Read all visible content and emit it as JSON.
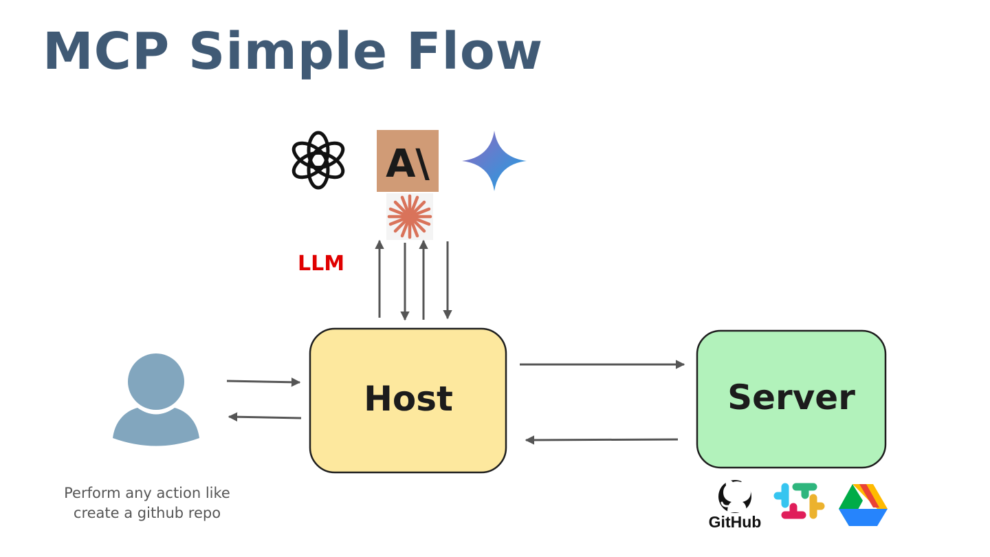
{
  "title": "MCP Simple Flow",
  "llm_label": "LLM",
  "host_label": "Host",
  "server_label": "Server",
  "user_caption": [
    "Perform any action like",
    "create a github repo"
  ],
  "llm_logos": [
    {
      "name": "openai-logo-icon"
    },
    {
      "name": "anthropic-logo-icon",
      "text": "A\\"
    },
    {
      "name": "gemini-logo-icon"
    },
    {
      "name": "claude-logo-icon"
    }
  ],
  "server_logos": [
    {
      "name": "github-logo-icon",
      "text": "GitHub"
    },
    {
      "name": "slack-logo-icon"
    },
    {
      "name": "google-drive-logo-icon"
    }
  ],
  "colors": {
    "title": "#405a75",
    "host_fill": "#fde89e",
    "server_fill": "#b2f2bb",
    "user_icon": "#82a6be",
    "arrow": "#555555",
    "llm_label": "#e00000",
    "anthropic_bg": "#d09b76",
    "claude_star": "#d9735a"
  }
}
